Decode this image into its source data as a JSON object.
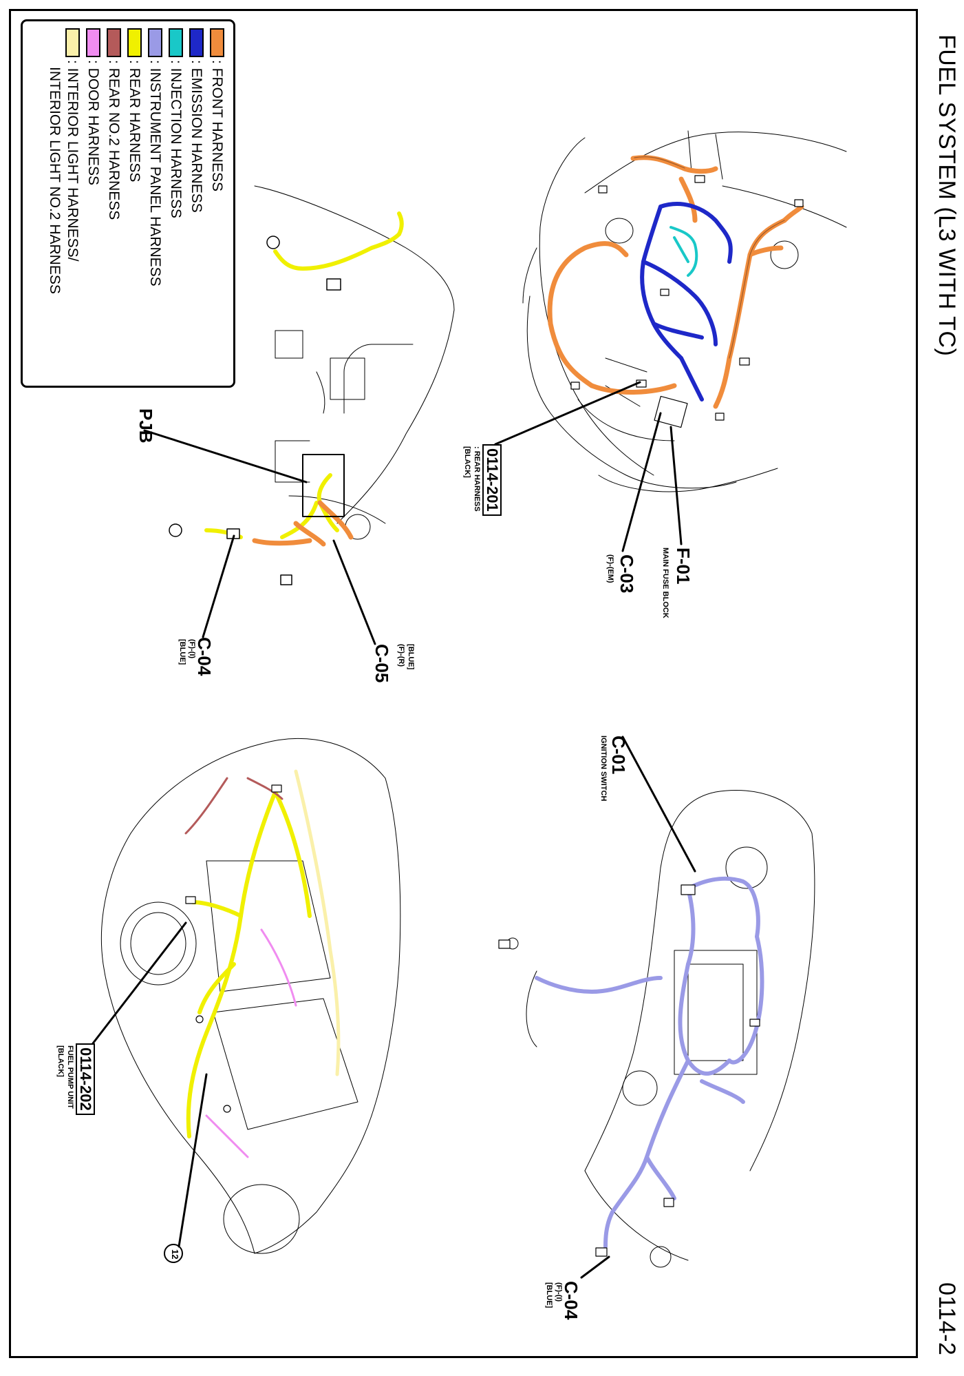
{
  "page": {
    "title": "FUEL SYSTEM (L3 WITH TC)",
    "page_number": "0114-2"
  },
  "legend": {
    "items": [
      {
        "label": ": FRONT HARNESS",
        "color": "#f08c3c"
      },
      {
        "label": ": EMISSION HARNESS",
        "color": "#1e28c8"
      },
      {
        "label": ": INJECTION HARNESS",
        "color": "#19c8c8"
      },
      {
        "label": ": INSTRUMENT PANEL HARNESS",
        "color": "#9a9ae6"
      },
      {
        "label": ": REAR HARNESS",
        "color": "#f0f000"
      },
      {
        "label": ": REAR NO.2 HARNESS",
        "color": "#b45a5a"
      },
      {
        "label": ": DOOR HARNESS",
        "color": "#f08cf0"
      },
      {
        "label": ": INTERIOR LIGHT HARNESS/",
        "color": "#faf0aa",
        "label2": "INTERIOR LIGHT NO.2 HARNESS"
      }
    ]
  },
  "callouts": {
    "f01": {
      "code": "F-01",
      "desc": "MAIN FUSE BLOCK"
    },
    "c03": {
      "code": "C-03",
      "detail": "(F)-(EM)"
    },
    "conn201": {
      "code": "0114-201",
      "desc": ": REAR HARNESS",
      "color": "[BLACK]"
    },
    "pjb": {
      "code": "PJB"
    },
    "c05": {
      "code": "C-05",
      "detail": "(F)-(R)",
      "color": "[BLUE]"
    },
    "c04_front": {
      "code": "C-04",
      "detail": "(F)-(I)",
      "color": "[BLUE]"
    },
    "c01": {
      "code": "C-01",
      "desc": "IGNITION SWITCH"
    },
    "c04_panel": {
      "code": "C-04",
      "detail": "(F)-(I)",
      "color": "[BLUE]"
    },
    "conn202": {
      "code": "0114-202",
      "desc": "FUEL PUMP UNIT",
      "color": "[BLACK]"
    },
    "ref12": {
      "code": "12"
    }
  }
}
